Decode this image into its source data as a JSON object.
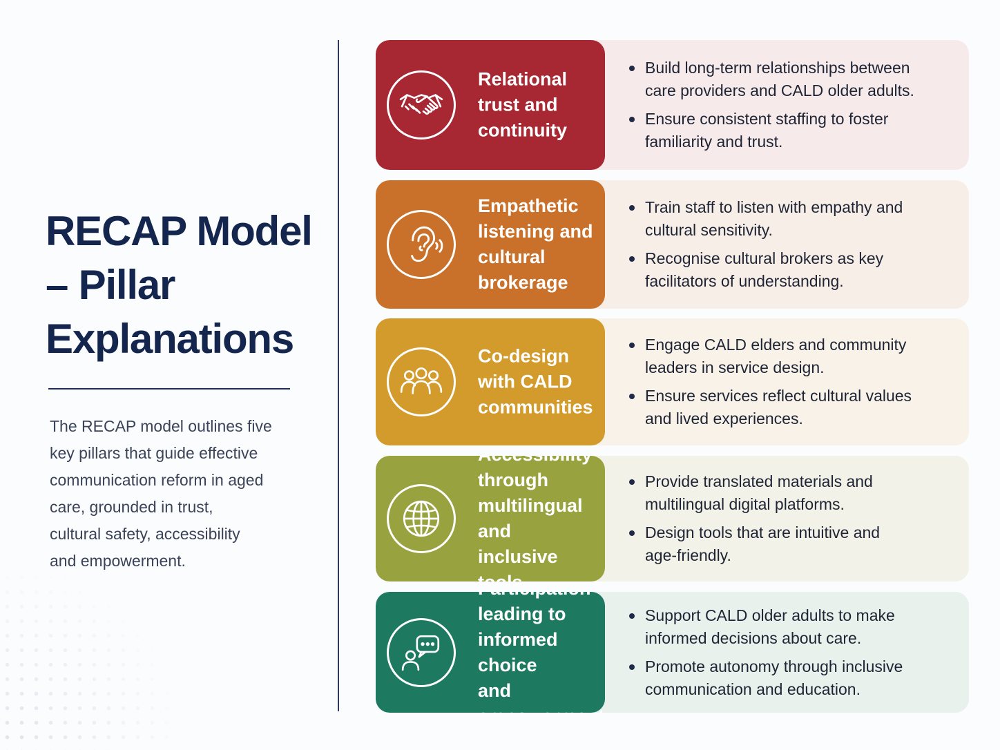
{
  "title": "RECAP Model\n– Pillar\nExplanations",
  "description": "The RECAP model outlines five\nkey pillars that guide effective\ncommunication reform in aged\ncare, grounded in trust,\ncultural safety, accessibility\nand empowerment.",
  "pillars": [
    {
      "title": "Relational\ntrust and\ncontinuity",
      "icon": "handshake-icon",
      "color": "#a72833",
      "panel": "#f7eaea",
      "bullets": [
        "Build long-term relationships between\ncare providers and CALD older adults.",
        "Ensure consistent staffing to foster\nfamiliarity and trust."
      ]
    },
    {
      "title": "Empathetic\nlistening and\ncultural\nbrokerage",
      "icon": "ear-icon",
      "color": "#c9712a",
      "panel": "#f8eee8",
      "bullets": [
        "Train staff to listen with empathy and\ncultural sensitivity.",
        "Recognise cultural brokers as key\nfacilitators of understanding."
      ]
    },
    {
      "title": "Co-design\nwith CALD\ncommunities",
      "icon": "people-group-icon",
      "color": "#d39b2c",
      "panel": "#f8f2e8",
      "bullets": [
        "Engage CALD elders and community\nleaders in service design.",
        "Ensure services reflect cultural values\nand lived experiences."
      ]
    },
    {
      "title": "Accessibility\nthrough\nmultilingual and\ninclusive tools",
      "icon": "globe-icon",
      "color": "#98a23e",
      "panel": "#f3f2e8",
      "bullets": [
        "Provide translated materials and\nmultilingual digital platforms.",
        "Design tools that are intuitive and\nage-friendly."
      ]
    },
    {
      "title": "Participation\nleading to\ninformed choice\nand empowerment",
      "icon": "person-speech-icon",
      "color": "#1d7a60",
      "panel": "#e9f1ec",
      "bullets": [
        "Support CALD older adults to make\ninformed decisions about care.",
        "Promote autonomy through inclusive\ncommunication and education."
      ]
    }
  ]
}
